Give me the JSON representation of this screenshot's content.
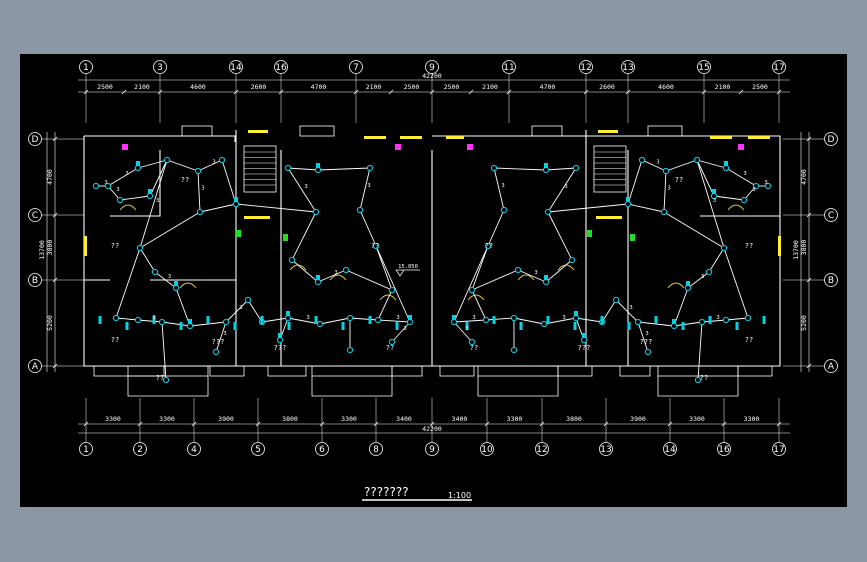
{
  "colors": {
    "frame_bg": "#8c97a6",
    "canvas": "#000000",
    "line": "#ffffff",
    "wiring": "#ffffff",
    "fixture": "#00d4e8",
    "highlight": "#ffef2e",
    "accent_magenta": "#ff33ff",
    "accent_green": "#22dd22",
    "arc": "#e6d22a"
  },
  "drawing": {
    "overall_dim": "42200",
    "top_axes": [
      "1",
      "3",
      "14",
      "16",
      "7",
      "9",
      "11",
      "12",
      "13",
      "15",
      "17"
    ],
    "top_dims": [
      "2500",
      "2100",
      "4600",
      "2600",
      "4700",
      "2100",
      "2500",
      "2500",
      "2100",
      "4700",
      "2600",
      "4600",
      "2100",
      "2500"
    ],
    "bottom_axes": [
      "1",
      "2",
      "4",
      "5",
      "6",
      "8",
      "9",
      "10",
      "12",
      "13",
      "14",
      "16",
      "17"
    ],
    "bottom_dims": [
      "3300",
      "3300",
      "3900",
      "3800",
      "3300",
      "3400",
      "3400",
      "3300",
      "3800",
      "3900",
      "3300",
      "3300"
    ],
    "left_axes": [
      "D",
      "C",
      "B",
      "A"
    ],
    "right_axes": [
      "D",
      "C",
      "B",
      "A"
    ],
    "left_dims": [
      "4700",
      "3800",
      "5200"
    ],
    "right_dims": [
      "4700",
      "3800",
      "5200"
    ],
    "vertical_total": "13700",
    "level_mark": "15.050",
    "room_label": "??",
    "room_label_b": "???",
    "wire_count": "3",
    "title": "???????",
    "scale": "1:100"
  }
}
